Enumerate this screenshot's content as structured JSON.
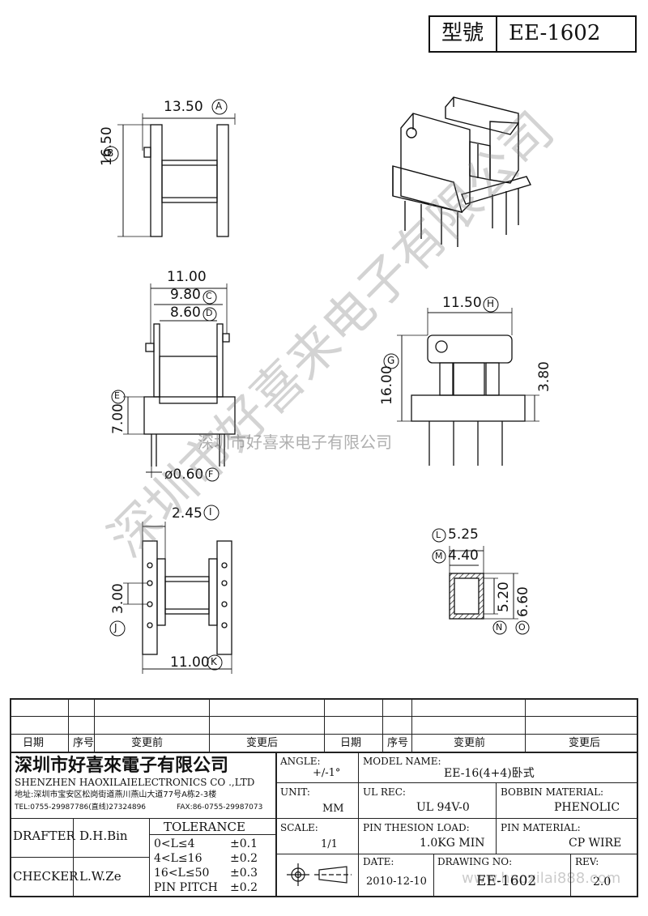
{
  "header": {
    "model_label": "型號",
    "model_value": "EE-1602"
  },
  "views": {
    "top": {
      "dim_a": "13.50",
      "callout_a": "A",
      "dim_b": "16.50",
      "callout_b": "B"
    },
    "front": {
      "dim_overall": "11.00",
      "dim_c": "9.80",
      "callout_c": "C",
      "dim_d": "8.60",
      "callout_d": "D",
      "dim_e": "7.00",
      "callout_e": "E",
      "dim_f": "ø0.60",
      "callout_f": "F"
    },
    "bottom": {
      "dim_i": "2.45",
      "callout_i": "I",
      "dim_j": "3.00",
      "callout_j": "J",
      "dim_k": "11.00",
      "callout_k": "K"
    },
    "side": {
      "dim_h": "11.50",
      "callout_h": "H",
      "dim_g": "16.00",
      "callout_g": "G",
      "dim_height": "3.80"
    },
    "section": {
      "dim_l": "5.25",
      "callout_l": "L",
      "dim_m": "4.40",
      "callout_m": "M",
      "dim_n": "5.20",
      "callout_n": "N",
      "dim_o": "6.60",
      "callout_o": "O"
    }
  },
  "watermark": {
    "diagonal": "深圳市好喜来电子有限公司",
    "center": "深圳市好喜来电子有限公司",
    "url": "www.haoxilai888.com"
  },
  "revision_table": {
    "headers": [
      "日期",
      "序号",
      "变更前",
      "变更后",
      "日期",
      "序号",
      "变更前",
      "变更后"
    ]
  },
  "title_block": {
    "company_cn": "深圳市好喜來電子有限公司",
    "company_en": "SHENZHEN HAOXILAIELECTRONICS CO .,LTD",
    "address": "地址:深圳市宝安区松岗街道燕川燕山大道77号A栋2-3楼",
    "tel": "TEL:0755-29987786(直线)27324896",
    "fax": "FAX:86-0755-29987073",
    "drafter_label": "DRAFTER",
    "drafter_value": "D.H.Bin",
    "checker_label": "CHECKER",
    "checker_value": "L.W.Ze",
    "tolerance_label": "TOLERANCE",
    "tolerance_rows": [
      {
        "range": "0<L≤4",
        "value": "±0.1"
      },
      {
        "range": "4<L≤16",
        "value": "±0.2"
      },
      {
        "range": "16<L≤50",
        "value": "±0.3"
      },
      {
        "range": "PIN PITCH",
        "value": "±0.2"
      }
    ],
    "angle_label": "ANGLE:",
    "angle_value": "+/-1°",
    "unit_label": "UNIT:",
    "unit_value": "MM",
    "scale_label": "SCALE:",
    "scale_value": "1/1",
    "model_name_label": "MODEL NAME:",
    "model_name_value": "EE-16(4+4)卧式",
    "ul_rec_label": "UL REC:",
    "ul_rec_value": "UL 94V-0",
    "bobbin_material_label": "BOBBIN MATERIAL:",
    "bobbin_material_value": "PHENOLIC",
    "pin_tension_label": "PIN THESION LOAD:",
    "pin_tension_value": "1.0KG MIN",
    "pin_material_label": "PIN MATERIAL:",
    "pin_material_value": "CP  WIRE",
    "date_label": "DATE:",
    "date_value": "2010-12-10",
    "drawing_no_label": "DRAWING NO:",
    "drawing_no_value": "EE-1602",
    "rev_label": "REV:",
    "rev_value": "2.0"
  }
}
